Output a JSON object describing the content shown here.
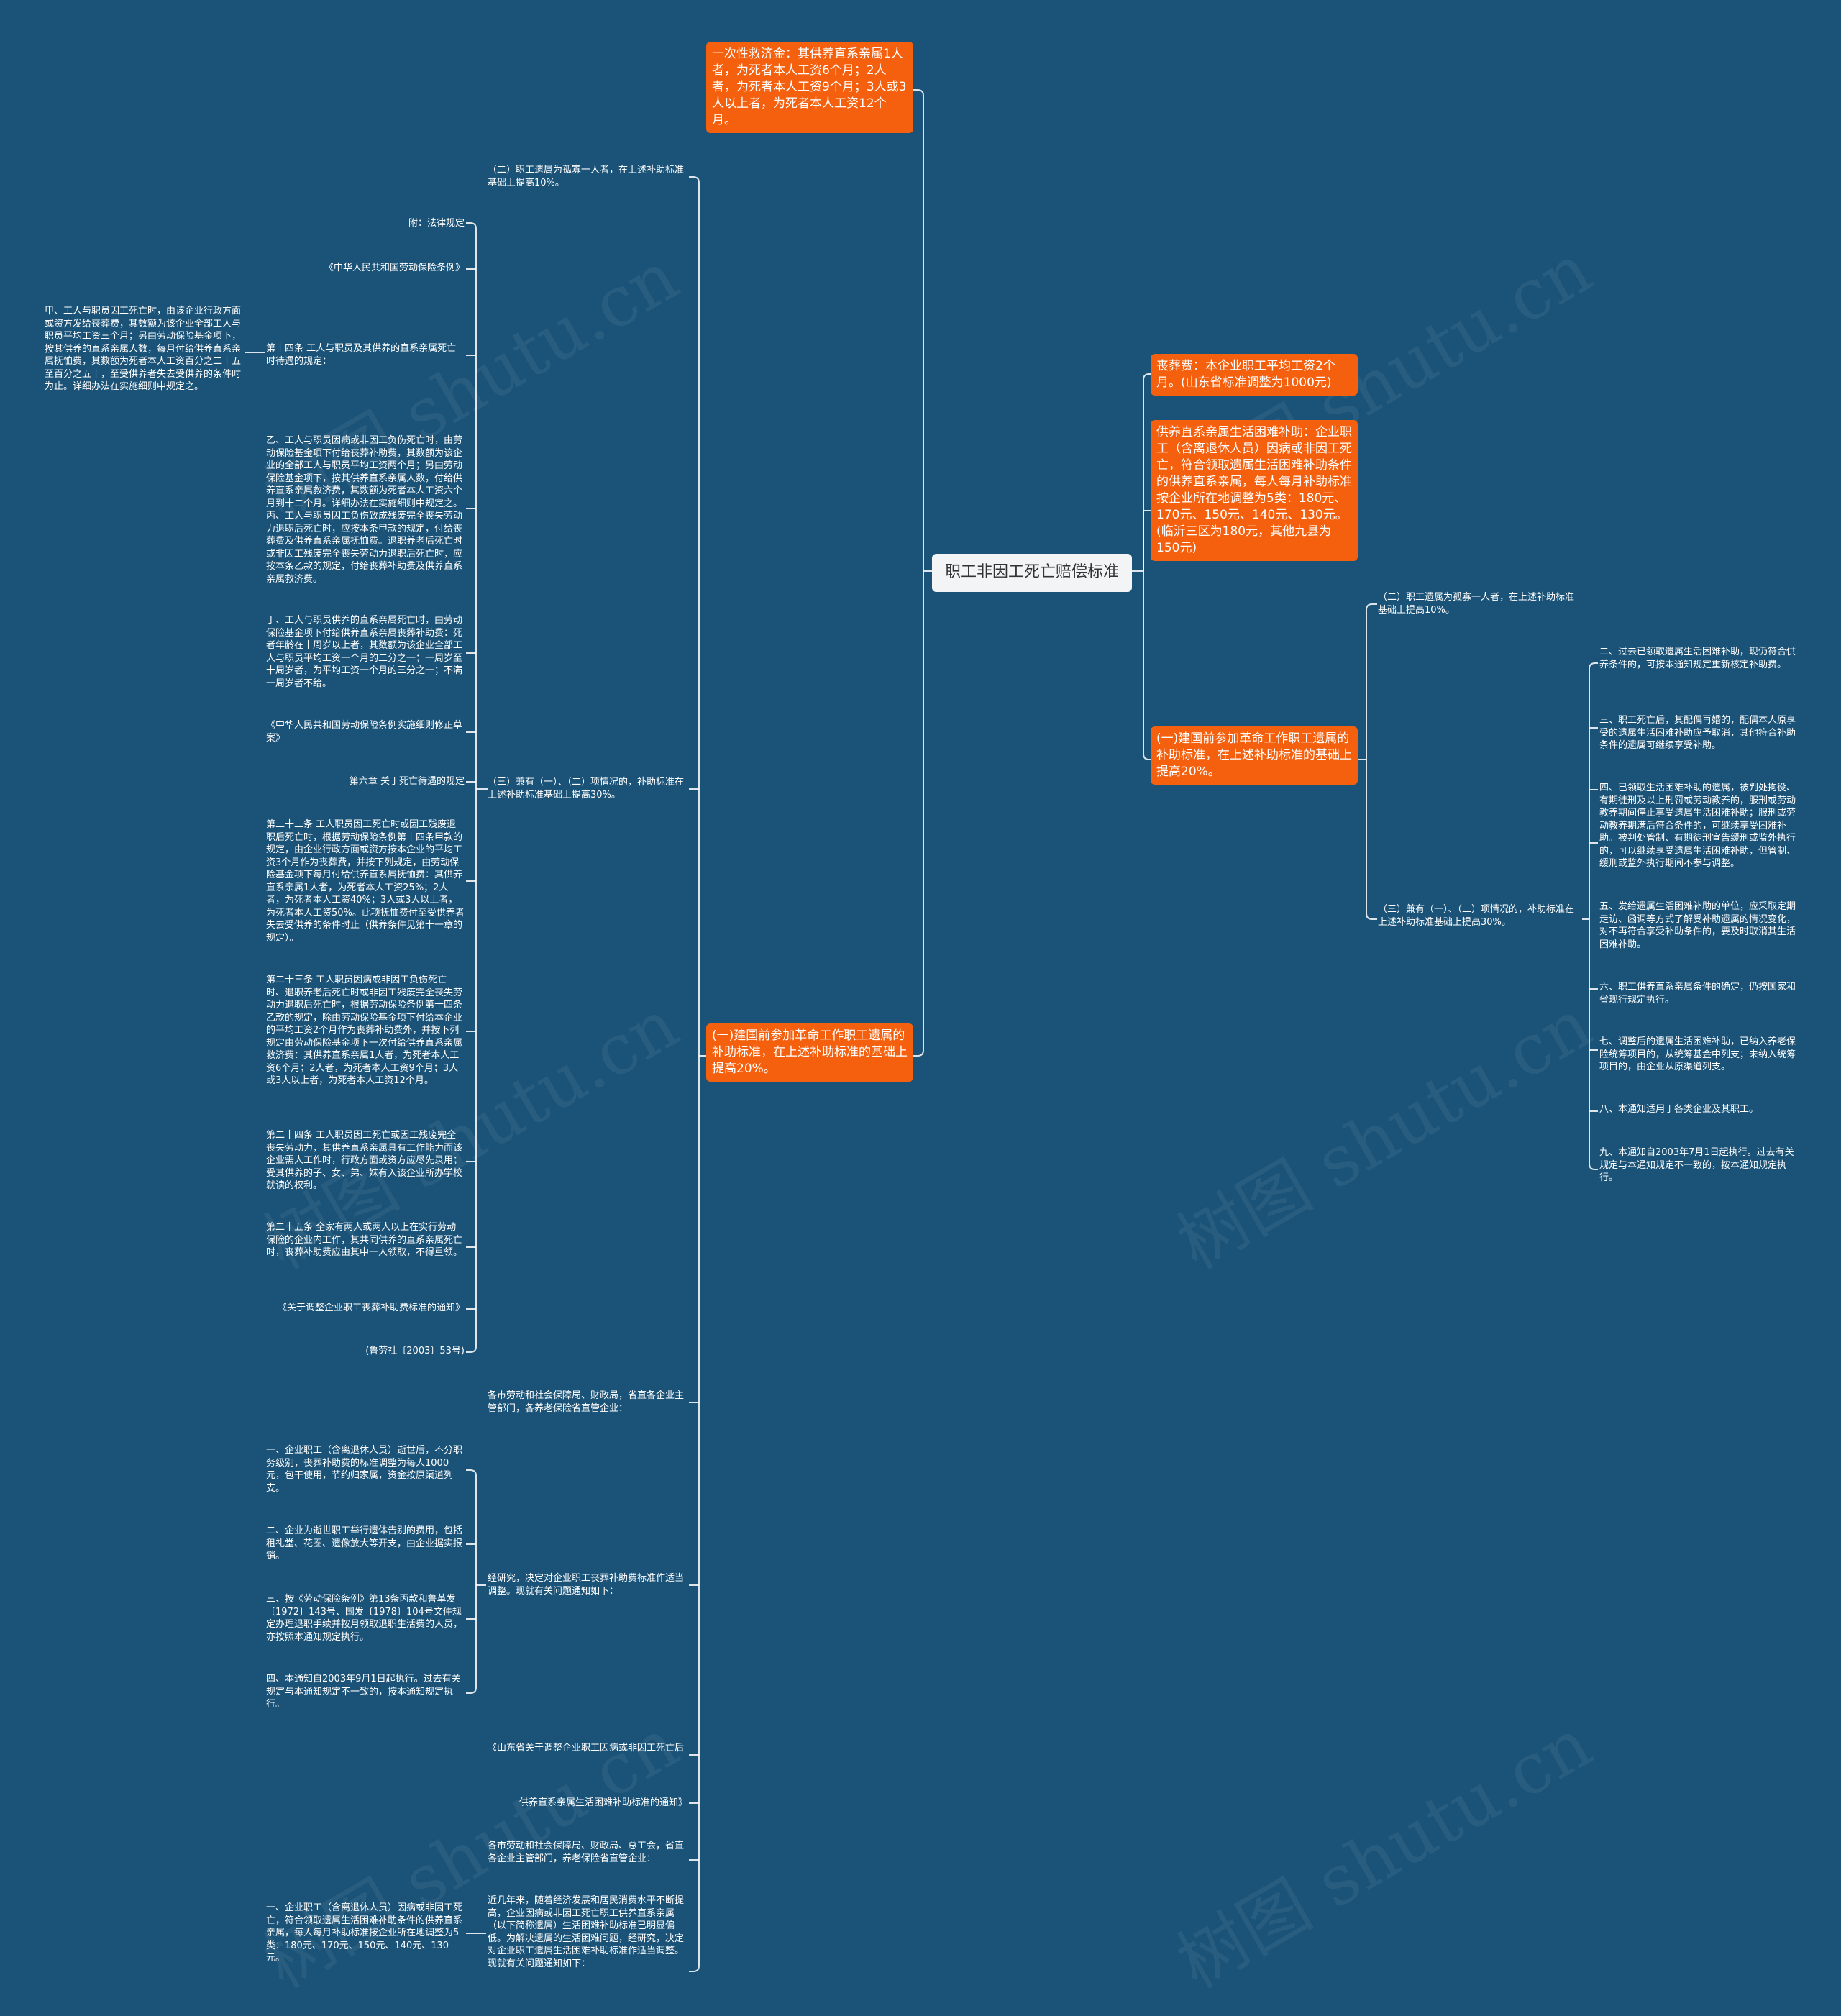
{
  "watermark": "树图 shutu.cn",
  "center": {
    "text": "职工非因工死亡赔偿标准"
  },
  "right": {
    "funeral": "丧葬费：本企业职工平均工资2个月。(山东省标准调整为1000元)",
    "dependents": "供养直系亲属生活困难补助：企业职工（含离退休人员）因病或非因工死亡，符合领取遗属生活困难补助条件的供养直系亲属，每人每月补助标准按企业所在地调整为5类：180元、170元、150元、140元、130元。(临沂三区为180元，其他九县为150元)",
    "revolution": "(一)建国前参加革命工作职工遗属的补助标准，在上述补助标准的基础上提高20%。",
    "rev_children": [
      "（二）职工遗属为孤寡一人者，在上述补助标准基础上提高10%。",
      "（三）兼有（一）、（二）项情况的，补助标准在上述补助标准基础上提高30%。"
    ],
    "rev3_children": [
      "二、过去已领取遗属生活困难补助，现仍符合供养条件的，可按本通知规定重新核定补助费。",
      "三、职工死亡后，其配偶再婚的，配偶本人原享受的遗属生活困难补助应予取消，其他符合补助条件的遗属可继续享受补助。",
      "四、已领取生活困难补助的遗属，被判处拘役、有期徒刑及以上刑罚或劳动教养的，服刑或劳动教养期间停止享受遗属生活困难补助；服刑或劳动教养期满后符合条件的，可继续享受困难补助。被判处管制、有期徒刑宣告缓刑或监外执行的，可以继续享受遗属生活困难补助，但管制、缓刑或监外执行期间不参与调整。",
      "五、发给遗属生活困难补助的单位，应采取定期走访、函调等方式了解受补助遗属的情况变化，对不再符合享受补助条件的，要及时取消其生活困难补助。",
      "六、职工供养直系亲属条件的确定，仍按国家和省现行规定执行。",
      "七、调整后的遗属生活困难补助，已纳入养老保险统筹项目的，从统筹基金中列支；未纳入统筹项目的，由企业从原渠道列支。",
      "八、本通知适用于各类企业及其职工。",
      "九、本通知自2003年7月1日起执行。过去有关规定与本通知规定不一致的，按本通知规定执行。"
    ]
  },
  "left": {
    "lump_sum": "一次性救济金：其供养直系亲属1人者，为死者本人工资6个月；2人者，为死者本人工资9个月；3人或3人以上者，为死者本人工资12个月。",
    "revolution": "(一)建国前参加革命工作职工遗属的补助标准，在上述补助标准的基础上提高20%。",
    "rev_children": [
      "（二）职工遗属为孤寡一人者，在上述补助标准基础上提高10%。",
      "（三）兼有（一）、（二）项情况的，补助标准在上述补助标准基础上提高30%。",
      "各市劳动和社会保障局、财政局，省直各企业主管部门，各养老保险省直管企业：",
      "经研究，决定对企业职工丧葬补助费标准作适当调整。现就有关问题通知如下：",
      "《山东省关于调整企业职工因病或非因工死亡后",
      "供养直系亲属生活困难补助标准的通知》",
      "各市劳动和社会保障局、财政局、总工会，省直各企业主管部门，养老保险省直管企业：",
      "近几年来，随着经济发展和居民消费水平不断提高，企业因病或非因工死亡职工供养直系亲属（以下简称遗属）生活困难补助标准已明显偏低。为解决遗属的生活困难问题，经研究，决定对企业职工遗属生活困难补助标准作适当调整。现就有关问题通知如下："
    ],
    "law_children": [
      "附：法律规定",
      "《中华人民共和国劳动保险条例》",
      "第十四条 工人与职员及其供养的直系亲属死亡时待遇的规定：",
      "乙、工人与职员因病或非因工负伤死亡时，由劳动保险基金项下付给丧葬补助费，其数额为该企业的全部工人与职员平均工资两个月；另由劳动保险基金项下，按其供养直系亲属人数，付给供养直系亲属救济费，其数额为死者本人工资六个月到十二个月。详细办法在实施细则中规定之。丙、工人与职员因工负伤致成残废完全丧失劳动力退职后死亡时，应按本条甲款的规定，付给丧葬费及供养直系亲属抚恤费。退职养老后死亡时或非因工残废完全丧失劳动力退职后死亡时，应按本条乙款的规定，付给丧葬补助费及供养直系亲属救济费。",
      "丁、工人与职员供养的直系亲属死亡时，由劳动保险基金项下付给供养直系亲属丧葬补助费：死者年龄在十周岁以上者，其数额为该企业全部工人与职员平均工资一个月的二分之一；一周岁至十周岁者，为平均工资一个月的三分之一；不满一周岁者不给。",
      "《中华人民共和国劳动保险条例实施细则修正草案》",
      "第六章 关于死亡待遇的规定",
      "第二十二条 工人职员因工死亡时或因工残废退职后死亡时，根据劳动保险条例第十四条甲款的规定，由企业行政方面或资方按本企业的平均工资3个月作为丧葬费，并按下列规定，由劳动保险基金项下每月付给供养直系属抚恤费：其供养直系亲属1人者，为死者本人工资25%；2人者，为死者本人工资40%；3人或3人以上者，为死者本人工资50%。此项抚恤费付至受供养者失去受供养的条件时止（供养条件见第十一章的规定）。",
      "第二十三条 工人职员因病或非因工负伤死亡时、退职养老后死亡时或非因工残废完全丧失劳动力退职后死亡时，根据劳动保险条例第十四条乙款的规定，除由劳动保险基金项下付给本企业的平均工资2个月作为丧葬补助费外，并按下列规定由劳动保险基金项下一次付给供养直系亲属救济费：其供养直系亲属1人者，为死者本人工资6个月；2人者，为死者本人工资9个月；3人或3人以上者，为死者本人工资12个月。",
      "第二十四条 工人职员因工死亡或因工残废完全丧失劳动力，其供养直系亲属具有工作能力而该企业需人工作时，行政方面或资方应尽先录用；受其供养的子、女、弟、妹有入该企业所办学校就读的权利。",
      "第二十五条 全家有两人或两人以上在实行劳动保险的企业内工作，其共同供养的直系亲属死亡时，丧葬补助费应由其中一人领取，不得重领。",
      "《关于调整企业职工丧葬补助费标准的通知》",
      "(鲁劳社〔2003〕53号)"
    ],
    "article14_child": "甲、工人与职员因工死亡时，由该企业行政方面或资方发给丧葬费，其数额为该企业全部工人与职员平均工资三个月；另由劳动保险基金项下，按其供养的直系亲属人数，每月付给供养直系亲属抚恤费，其数额为死者本人工资百分之二十五至百分之五十，至受供养者失去受供养的条件时为止。详细办法在实施细则中规定之。",
    "notice_children": [
      "一、企业职工（含离退休人员）逝世后，不分职务级别，丧葬补助费的标准调整为每人1000元，包干使用，节约归家属，资金按原渠道列支。",
      "二、企业为逝世职工举行遗体告别的费用，包括租礼堂、花圈、遗像放大等开支，由企业据实报销。",
      "三、按《劳动保险条例》第13条丙款和鲁革发〔1972〕143号、国发〔1978〕104号文件规定办理退职手续并按月领取退职生活费的人员，亦按照本通知规定执行。",
      "四、本通知自2003年9月1日起执行。过去有关规定与本通知规定不一致的，按本通知规定执行。"
    ],
    "last_child": "一、企业职工（含离退休人员）因病或非因工死亡，符合领取遗属生活困难补助条件的供养直系亲属，每人每月补助标准按企业所在地调整为5类：180元、170元、150元、140元、130元。"
  }
}
